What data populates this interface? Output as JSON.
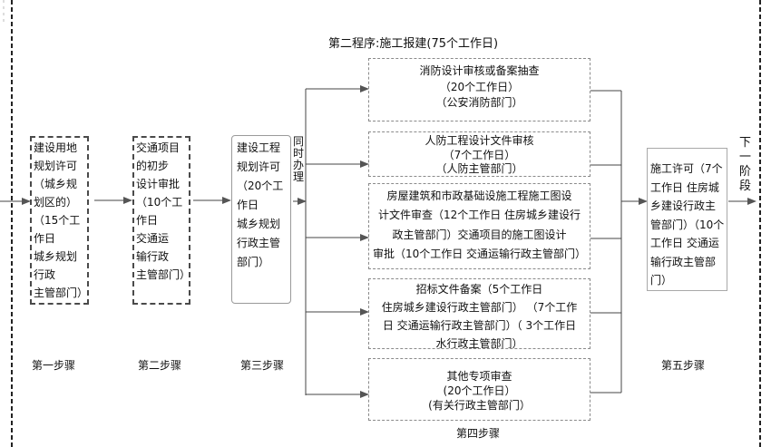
{
  "diagram": {
    "title": "第二程序:施工报建(75个工作日)",
    "simultaneous_label": "同时办理",
    "next_stage_label": "下一阶段",
    "colors": {
      "line": "#444444",
      "box_border_dark": "#4a4a4a",
      "box_border_light": "#8a8a8a",
      "text": "#111111",
      "background": "#ffffff"
    },
    "steps": [
      {
        "label": "第一步骤",
        "box_lines": [
          "建设用地",
          "规划许可",
          "（城乡规",
          "划区的）",
          "（15个工",
          "作日",
          "城乡规划",
          "行政",
          "主管部门）"
        ]
      },
      {
        "label": "第二步骤",
        "box_lines": [
          "交通项目",
          "的初步",
          "设计审批",
          "（10个工",
          "作日",
          "交通运",
          "输行政",
          "主管部门）"
        ]
      },
      {
        "label": "第三步骤",
        "box_lines": [
          "建设工程",
          "规划许可",
          "（20个工",
          "作日",
          "城乡规划",
          "行政主管",
          "部门）"
        ]
      },
      {
        "label": "第四步骤",
        "parallel_items": [
          {
            "lines": [
              "消防设计审核或备案抽查",
              "（20个工作日）",
              "（公安消防部门）"
            ]
          },
          {
            "lines": [
              "人防工程设计文件审核",
              "（7个工作日）",
              "（人防主管部门）"
            ]
          },
          {
            "lines": [
              "房屋建筑和市政基础设施工程施工图设",
              "计文件审查（12个工作日  住房城乡建设行",
              "政主管部门）交通项目的施工图设计",
              "审批（10个工作日  交通运输行政主管部门）"
            ]
          },
          {
            "lines": [
              "招标文件备案（5个工作日",
              "住房城乡建设行政主管部门）   （7个工作",
              "日  交通运输行政主管部门）（ 3个工作日",
              "水行政主管部门）"
            ]
          },
          {
            "lines": [
              "其他专项审查",
              "(20个工作日）",
              "(有关行政主管部门）"
            ]
          }
        ]
      },
      {
        "label": "第五步骤",
        "box_lines": [
          "施工许可（7个",
          "工作日  住房城",
          "乡建设行政主",
          "管部门）（10个",
          "工作日  交通运",
          "输行政主管部",
          "门）"
        ]
      }
    ]
  }
}
